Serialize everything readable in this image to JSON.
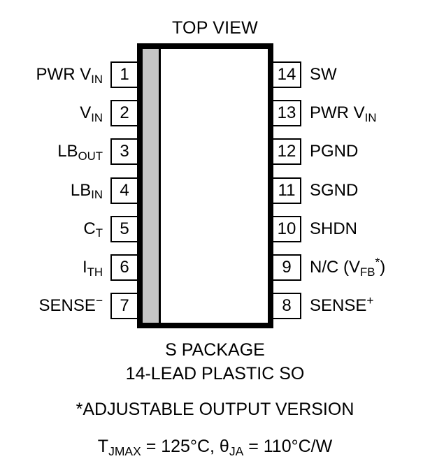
{
  "title": "TOP VIEW",
  "package": {
    "pin1_marker": "pin-1-stripe",
    "body_fill": "#ffffff",
    "stripe_fill": "#c6c6c6",
    "outline_color": "#000000"
  },
  "pins": {
    "left": [
      {
        "number": "1",
        "label_html": "PWR V<sub>IN</sub>",
        "label_text": "PWR VIN"
      },
      {
        "number": "2",
        "label_html": "V<sub>IN</sub>",
        "label_text": "VIN"
      },
      {
        "number": "3",
        "label_html": "LB<sub>OUT</sub>",
        "label_text": "LBOUT"
      },
      {
        "number": "4",
        "label_html": "LB<sub>IN</sub>",
        "label_text": "LBIN"
      },
      {
        "number": "5",
        "label_html": "C<sub>T</sub>",
        "label_text": "CT"
      },
      {
        "number": "6",
        "label_html": "I<sub>TH</sub>",
        "label_text": "ITH"
      },
      {
        "number": "7",
        "label_html": "SENSE<sup>&#8722;</sup>",
        "label_text": "SENSE-"
      }
    ],
    "right": [
      {
        "number": "14",
        "label_html": "SW",
        "label_text": "SW"
      },
      {
        "number": "13",
        "label_html": "PWR V<sub>IN</sub>",
        "label_text": "PWR VIN"
      },
      {
        "number": "12",
        "label_html": "PGND",
        "label_text": "PGND"
      },
      {
        "number": "11",
        "label_html": "SGND",
        "label_text": "SGND"
      },
      {
        "number": "10",
        "label_html": "SHDN",
        "label_text": "SHDN"
      },
      {
        "number": "9",
        "label_html": "N/C (V<sub>FB</sub><sup>*</sup>)",
        "label_text": "N/C (VFB*)"
      },
      {
        "number": "8",
        "label_html": "SENSE<sup>+</sup>",
        "label_text": "SENSE+"
      }
    ]
  },
  "captions": {
    "package_name": "S PACKAGE",
    "lead_count": "14-LEAD PLASTIC SO",
    "footnote": "*ADJUSTABLE OUTPUT VERSION",
    "thermal_html": "T<sub>JMAX</sub> = 125°C, θ<sub>JA</sub> = 110°C/W",
    "thermal_text": "TJMAX = 125°C, θJA = 110°C/W"
  }
}
